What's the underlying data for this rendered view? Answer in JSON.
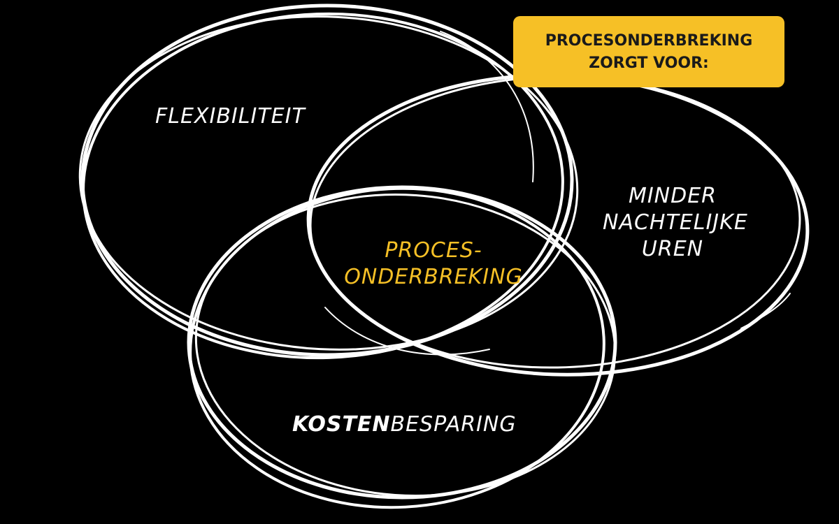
{
  "colors": {
    "background": "#000000",
    "outline": "#ffffff",
    "accent": "#f6c026",
    "callout_text": "#1a1a1a"
  },
  "callout": {
    "line1": "PROCESONDERBREKING",
    "line2": "ZORGT VOOR:"
  },
  "circles": {
    "flexibility": "FLEXIBILITEIT",
    "night_hours": {
      "line1": "MINDER",
      "line2": "NACHTELIJKE",
      "line3": "UREN"
    },
    "cost_savings": {
      "bold_part": "KOSTEN",
      "regular_part": "BESPARING"
    }
  },
  "center": {
    "line1": "PROCES-",
    "line2": "ONDERBREKING"
  }
}
